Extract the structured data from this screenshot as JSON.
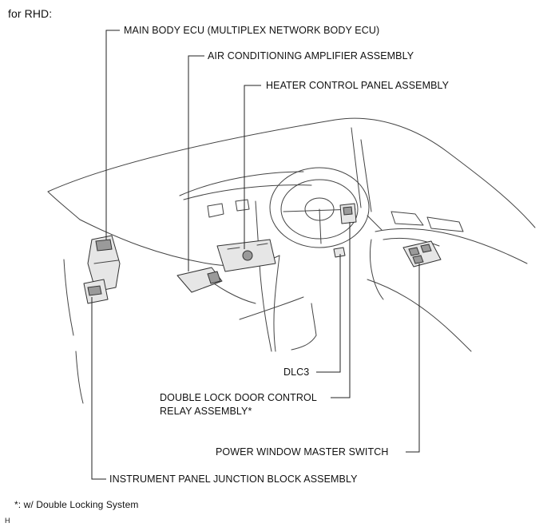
{
  "header": {
    "variant": "for RHD:"
  },
  "labels": {
    "main_body_ecu": "MAIN BODY ECU (MULTIPLEX NETWORK BODY ECU)",
    "air_conditioning_amplifier": "AIR CONDITIONING AMPLIFIER ASSEMBLY",
    "heater_control_panel": "HEATER CONTROL PANEL ASSEMBLY",
    "dlc3": "DLC3",
    "double_lock_door_line1": "DOUBLE LOCK DOOR CONTROL",
    "double_lock_door_line2": "RELAY ASSEMBLY*",
    "power_window_master_switch": "POWER WINDOW MASTER SWITCH",
    "instrument_panel_junction_block": "INSTRUMENT PANEL JUNCTION BLOCK ASSEMBLY"
  },
  "footnote": "*: w/ Double Locking System",
  "figure_code": "H"
}
